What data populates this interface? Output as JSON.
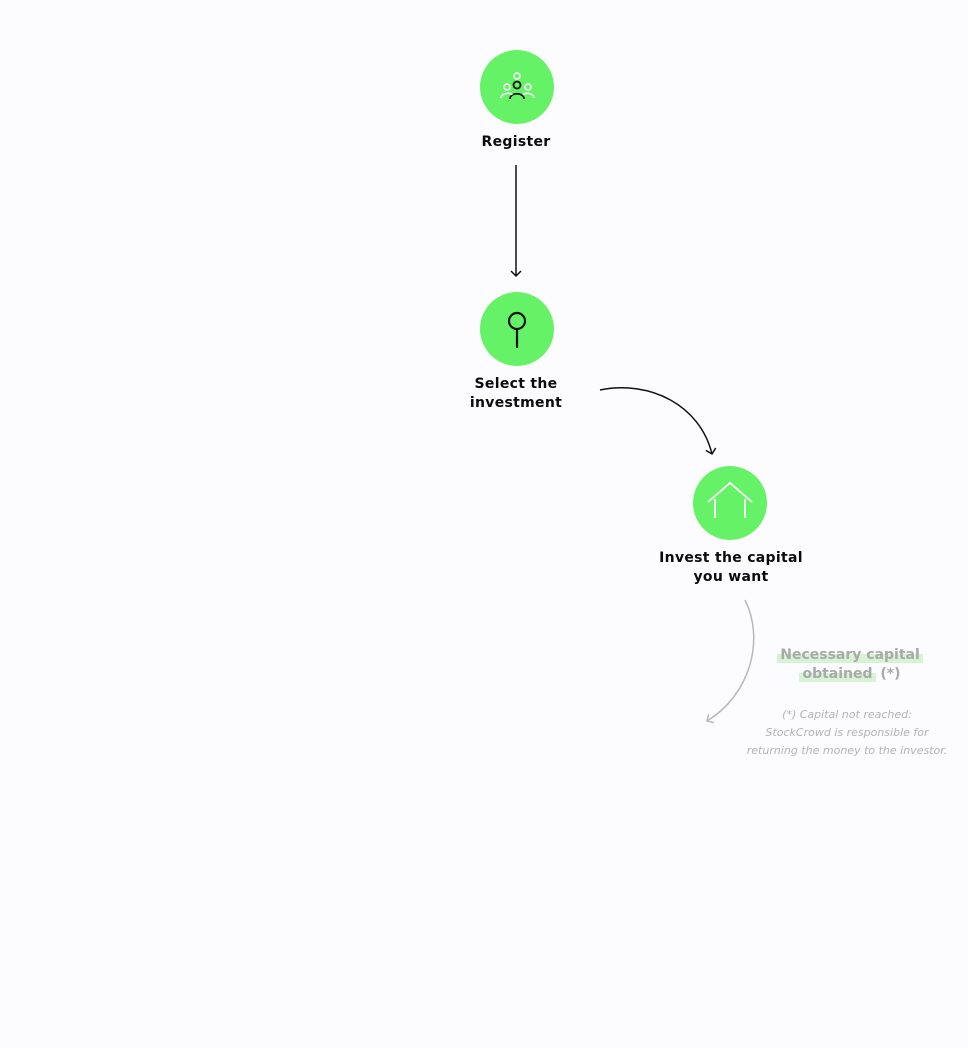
{
  "steps": [
    {
      "label_line1": "Register",
      "label_line2": "",
      "icon": "users-icon"
    },
    {
      "label_line1": "Select the",
      "label_line2": "investment",
      "icon": "magnifier-icon"
    },
    {
      "label_line1": "Invest the capital",
      "label_line2": "you want",
      "icon": "house-icon"
    }
  ],
  "next_step": {
    "title_part1": "Necessary capital",
    "title_part2": "obtained",
    "title_suffix": " (*)",
    "note_line1": "(*) Capital not reached:",
    "note_line2": "StockCrowd is responsible for",
    "note_line3": "returning the money to the investor."
  },
  "colors": {
    "accent_green": "#66f266",
    "highlight_green": "#d6f4d4",
    "background": "#fcfbfd",
    "text": "#0b0b0b",
    "faded_text": "#a9a9a9"
  }
}
